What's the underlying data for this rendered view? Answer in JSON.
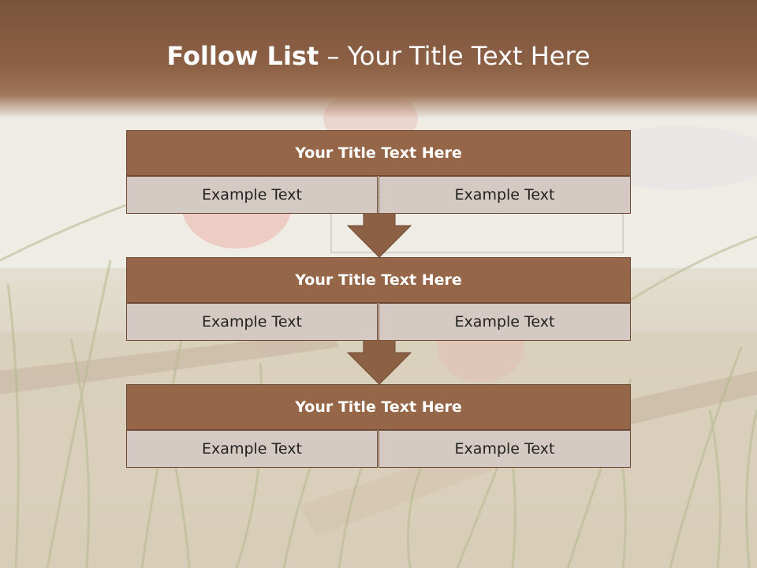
{
  "slide": {
    "title_bold": "Follow List",
    "title_rest": "– Your Title Text Here"
  },
  "steps": [
    {
      "title": "Your Title Text Here",
      "left": "Example Text",
      "right": "Example Text"
    },
    {
      "title": "Your Title Text Here",
      "left": "Example Text",
      "right": "Example Text"
    },
    {
      "title": "Your Title Text Here",
      "left": "Example Text",
      "right": "Example Text"
    }
  ],
  "colors": {
    "header": "#8c6045",
    "block_title": "#966649",
    "cell": "#d4c9c3",
    "border": "#6e4a35",
    "arrow": "#8c6045"
  }
}
